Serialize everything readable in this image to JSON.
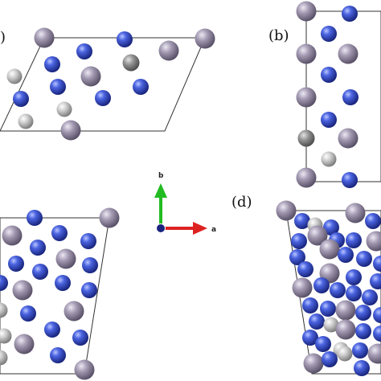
{
  "panels": {
    "a": {
      "label": ")"
    },
    "b": {
      "label": "(b)"
    },
    "c": {
      "label": ""
    },
    "d": {
      "label": "(d)"
    }
  },
  "axes": {
    "vertical_label": "b",
    "horizontal_label": "a",
    "colors": {
      "vertical_arrow": "#22bb22",
      "horizontal_arrow": "#dd2222",
      "origin": "#1a237e"
    }
  },
  "atom_colors": {
    "blue": "#2f48c4",
    "purple": "#9c93aa",
    "silver": "#bdbdbd",
    "grey": "#8a8a8a"
  }
}
